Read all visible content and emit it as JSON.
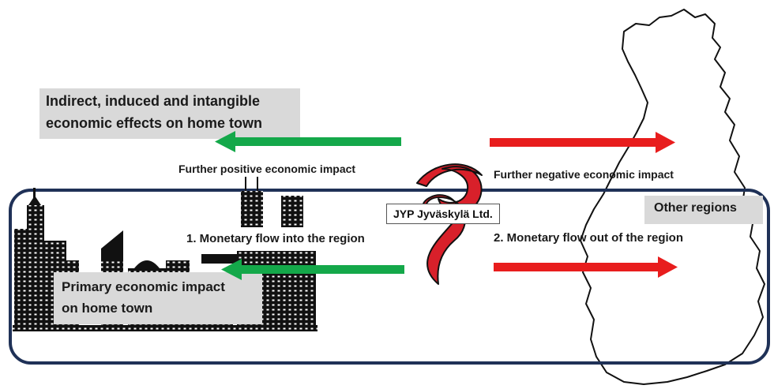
{
  "labels": {
    "indirect_effects_line1": "Indirect, induced and intangible",
    "indirect_effects_line2": "economic effects on home town",
    "further_positive": "Further positive economic impact",
    "further_negative": "Further negative economic impact",
    "company": "JYP Jyväskylä Ltd.",
    "other_regions": "Other regions",
    "flow_in": "1. Monetary flow into the region",
    "flow_out": "2. Monetary flow out of the region",
    "primary_line1": "Primary economic impact",
    "primary_line2": "on home town"
  },
  "colors": {
    "positive_arrow": "#14a84a",
    "negative_arrow": "#e81d1d",
    "region_border": "#1f3157",
    "label_background": "#d9d9d9",
    "logo_red": "#d8202a",
    "city": "#111111"
  },
  "icons": {
    "map": "finland-map-outline",
    "city": "city-skyline-silhouette",
    "logo": "jyp-swirl-logo"
  }
}
